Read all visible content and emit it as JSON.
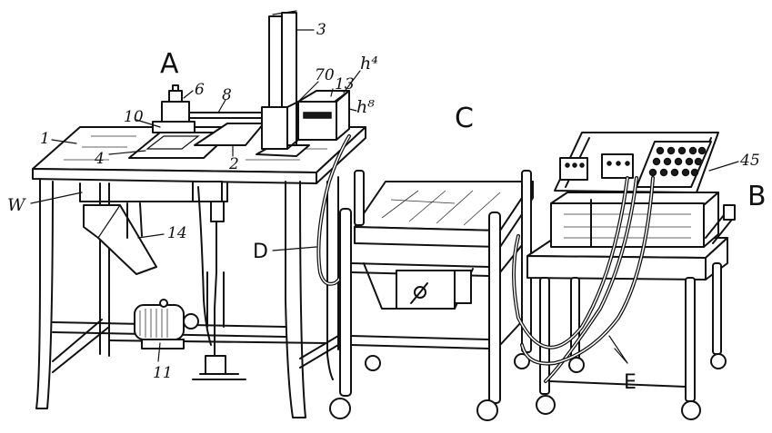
{
  "labels": {
    "A": "A",
    "B": "B",
    "C": "C",
    "D": "D",
    "E": "E",
    "W": "W",
    "n1": "1",
    "n2": "2",
    "n3": "3",
    "n4": "4",
    "n6": "6",
    "n8": "8",
    "n10": "10",
    "n11": "11",
    "n13": "13",
    "n14": "14",
    "n45": "45",
    "n70": "70",
    "h4": "h⁴",
    "h8": "h⁸"
  }
}
